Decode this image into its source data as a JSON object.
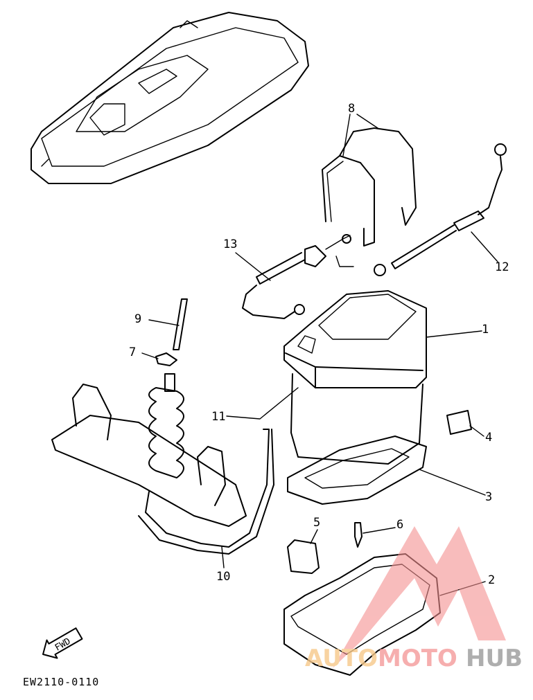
{
  "diagram": {
    "diagram_code": "EW2110-0110",
    "direction_label": "FWD",
    "callouts": [
      {
        "id": "1",
        "part": "battery"
      },
      {
        "id": "2",
        "part": "battery-box"
      },
      {
        "id": "3",
        "part": "battery-pad"
      },
      {
        "id": "4",
        "part": "label"
      },
      {
        "id": "5",
        "part": "cap"
      },
      {
        "id": "6",
        "part": "bolt"
      },
      {
        "id": "7",
        "part": "clamp"
      },
      {
        "id": "8",
        "part": "battery-bands"
      },
      {
        "id": "9",
        "part": "breather-pipe"
      },
      {
        "id": "10",
        "part": "breather-hose"
      },
      {
        "id": "11",
        "part": "hose-clip"
      },
      {
        "id": "12",
        "part": "positive-cable"
      },
      {
        "id": "13",
        "part": "negative-cable"
      }
    ]
  },
  "watermark": {
    "text_part1": "AUTO",
    "text_part2": "MOTO",
    "text_part3": "HUB",
    "colors": {
      "triangle": "#f48f8f",
      "auto": "#f7c98a",
      "moto": "#f59a9a",
      "hub": "#9a9a9a"
    }
  }
}
